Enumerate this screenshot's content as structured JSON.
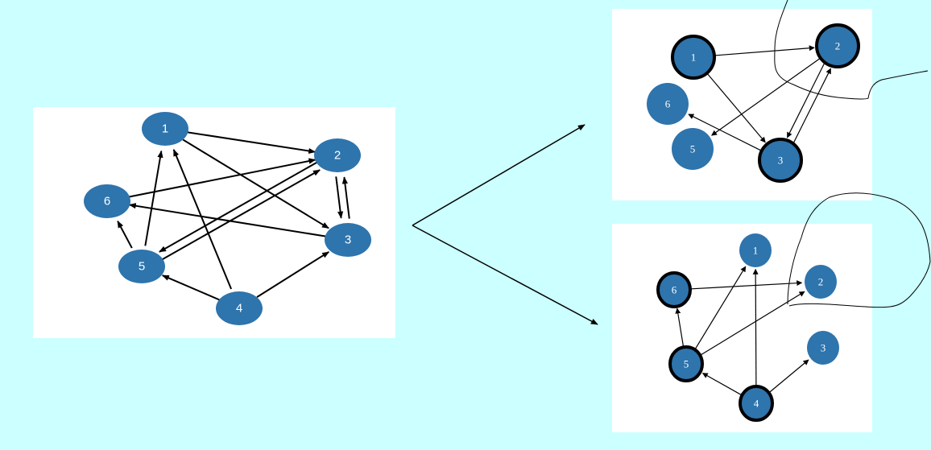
{
  "colors": {
    "background": "#ccffff",
    "panel": "#ffffff",
    "node_fill": "#2e74ad",
    "edge": "#000000"
  },
  "original_graph": {
    "nodes": [
      "1",
      "2",
      "3",
      "4",
      "5",
      "6"
    ],
    "edges": [
      [
        "1",
        "2"
      ],
      [
        "1",
        "3"
      ],
      [
        "2",
        "3"
      ],
      [
        "3",
        "2"
      ],
      [
        "3",
        "6"
      ],
      [
        "2",
        "5"
      ],
      [
        "6",
        "2"
      ],
      [
        "5",
        "2"
      ],
      [
        "5",
        "1"
      ],
      [
        "5",
        "6"
      ],
      [
        "4",
        "1"
      ],
      [
        "4",
        "5"
      ],
      [
        "4",
        "3"
      ]
    ]
  },
  "top_result": {
    "nodes": [
      "1",
      "2",
      "3",
      "5",
      "6"
    ],
    "highlighted_nodes": [
      "1",
      "2",
      "3"
    ],
    "edges": [
      [
        "1",
        "2"
      ],
      [
        "1",
        "3"
      ],
      [
        "2",
        "3"
      ],
      [
        "3",
        "2"
      ],
      [
        "3",
        "6"
      ],
      [
        "2",
        "5"
      ]
    ]
  },
  "bottom_result": {
    "nodes": [
      "1",
      "2",
      "3",
      "4",
      "5",
      "6"
    ],
    "highlighted_nodes": [
      "4",
      "5",
      "6"
    ],
    "edges": [
      [
        "6",
        "2"
      ],
      [
        "5",
        "1"
      ],
      [
        "5",
        "2"
      ],
      [
        "5",
        "6"
      ],
      [
        "4",
        "1"
      ],
      [
        "4",
        "5"
      ],
      [
        "4",
        "3"
      ]
    ]
  }
}
